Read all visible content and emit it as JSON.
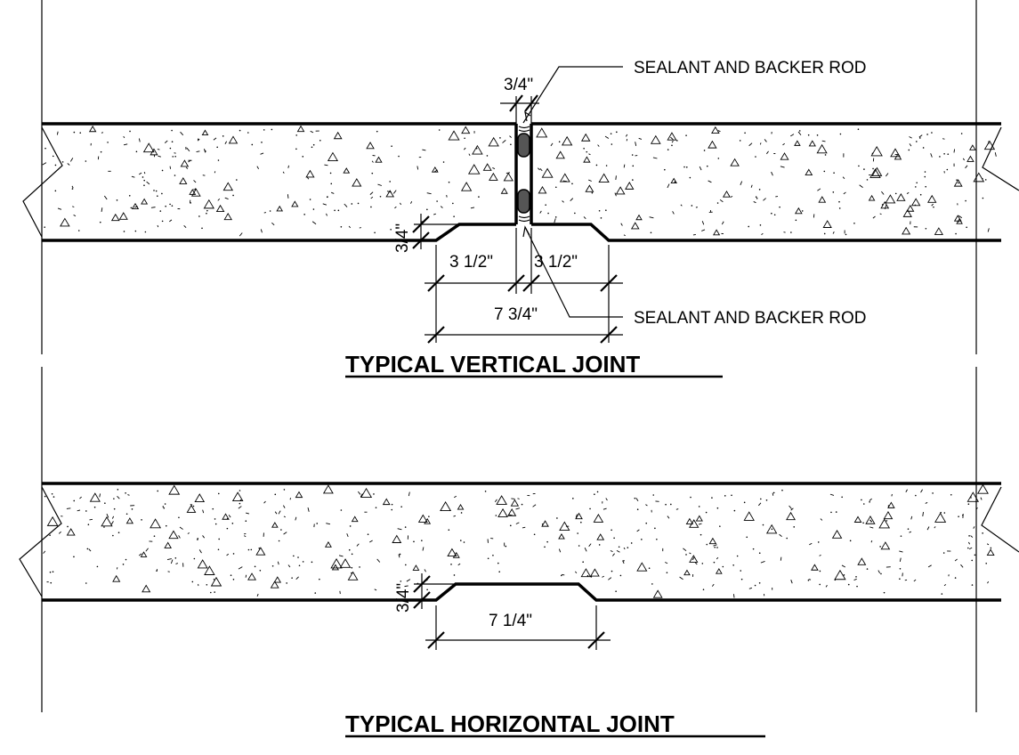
{
  "vertical_joint": {
    "title": "TYPICAL VERTICAL JOINT",
    "dim_joint_width": "3/4\"",
    "dim_recess_depth": "3/4\"",
    "dim_left_half": "3 1/2\"",
    "dim_right_half": "3 1/2\"",
    "dim_overall": "7 3/4\"",
    "note_top": "SEALANT AND BACKER ROD",
    "note_bottom": "SEALANT AND BACKER ROD"
  },
  "horizontal_joint": {
    "title": "TYPICAL HORIZONTAL JOINT",
    "dim_recess_depth": "3/4\"",
    "dim_recess_width": "7 1/4\""
  },
  "colors": {
    "line": "#000000",
    "background": "#ffffff"
  }
}
